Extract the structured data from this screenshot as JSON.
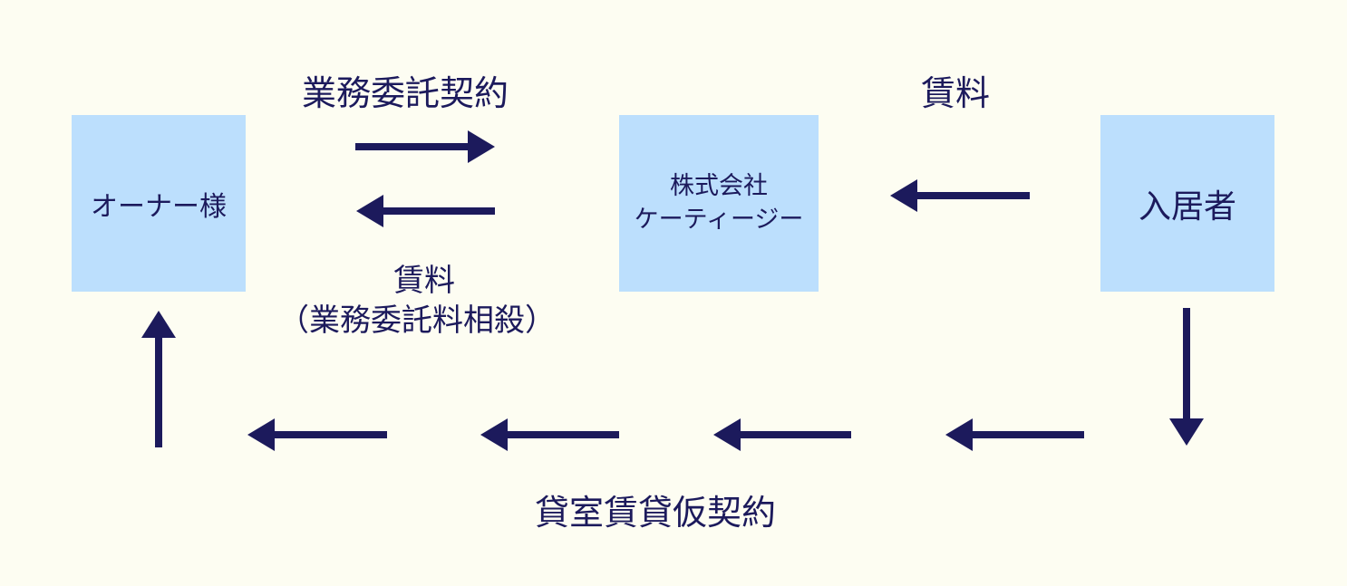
{
  "colors": {
    "background": "#fdfdf2",
    "box_fill": "#bcdffd",
    "arrow": "#1c1a5c",
    "text": "#1c1a5c"
  },
  "nodes": {
    "owner": "オーナー様",
    "company_line1": "株式会社",
    "company_line2": "ケーティージー",
    "tenant": "入居者"
  },
  "labels": {
    "business_contract": "業務委託契約",
    "rent_top": "賃料",
    "rent_middle": "賃料",
    "rent_offset": "（業務委託料相殺）",
    "lease_contract": "貸室賃貸仮契約"
  }
}
